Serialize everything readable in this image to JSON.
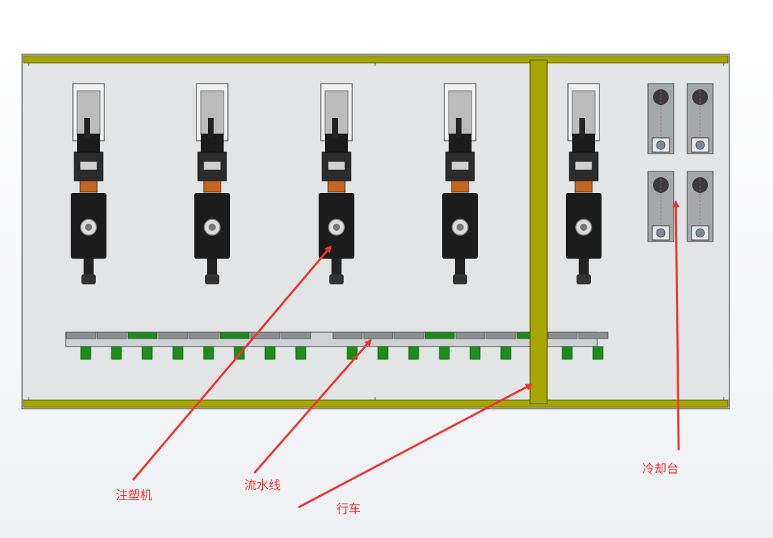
{
  "labels": {
    "injection_machine": "注塑机",
    "assembly_line": "流水线",
    "crane": "行车",
    "cooling_table": "冷却台"
  },
  "colors": {
    "rail": "#a6a600",
    "rail_edge": "#5c5c00",
    "floor": "#e2e4e5",
    "machine_body": "#1c1c1c",
    "machine_accent": "#c46420",
    "conveyor_segment": "#8b8f92",
    "conveyor_highlight": "#1f8a1f",
    "leg": "#1e8c1e",
    "cooling_plate": "#a5a8ab",
    "arrow": "#ee3333"
  },
  "icons": {
    "machine": "injection-machine-icon",
    "cooling": "cooling-station-icon"
  },
  "scene": {
    "machine_count": 5,
    "conveyor_green_segments": [
      2,
      5,
      11,
      14
    ],
    "cooling_station_count": 4
  }
}
